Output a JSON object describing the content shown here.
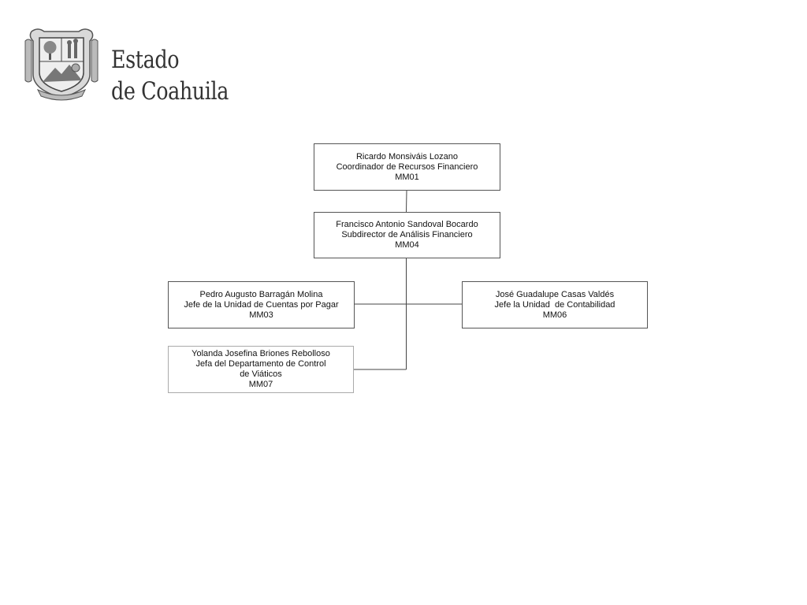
{
  "header": {
    "brand_line1": "Estado",
    "brand_line2": "de Coahuila",
    "seal_icon": "coahuila-coat-of-arms-icon"
  },
  "org_chart": {
    "nodes": [
      {
        "id": "mm01",
        "name": "Ricardo Monsiváis Lozano",
        "title": "Coordinador de Recursos Financiero",
        "code": "MM01"
      },
      {
        "id": "mm04",
        "name": "Francisco Antonio Sandoval Bocardo",
        "title": "Subdirector de Análisis Financiero",
        "code": "MM04",
        "parent": "mm01"
      },
      {
        "id": "mm03",
        "name": "Pedro Augusto Barragán Molina",
        "title": "Jefe de la Unidad de Cuentas por Pagar",
        "code": "MM03",
        "parent": "mm04"
      },
      {
        "id": "mm06",
        "name": "José Guadalupe Casas Valdés",
        "title": "Jefe la Unidad  de Contabilidad",
        "code": "MM06",
        "parent": "mm04"
      },
      {
        "id": "mm07",
        "name": "Yolanda Josefina Briones Rebolloso",
        "title_line1": "Jefa del Departamento de Control",
        "title_line2": "de Viáticos",
        "code": "MM07",
        "parent": "mm04"
      }
    ]
  },
  "colors": {
    "line": "#444444",
    "box_border": "#555555",
    "text": "#111111",
    "brand": "#333333"
  }
}
